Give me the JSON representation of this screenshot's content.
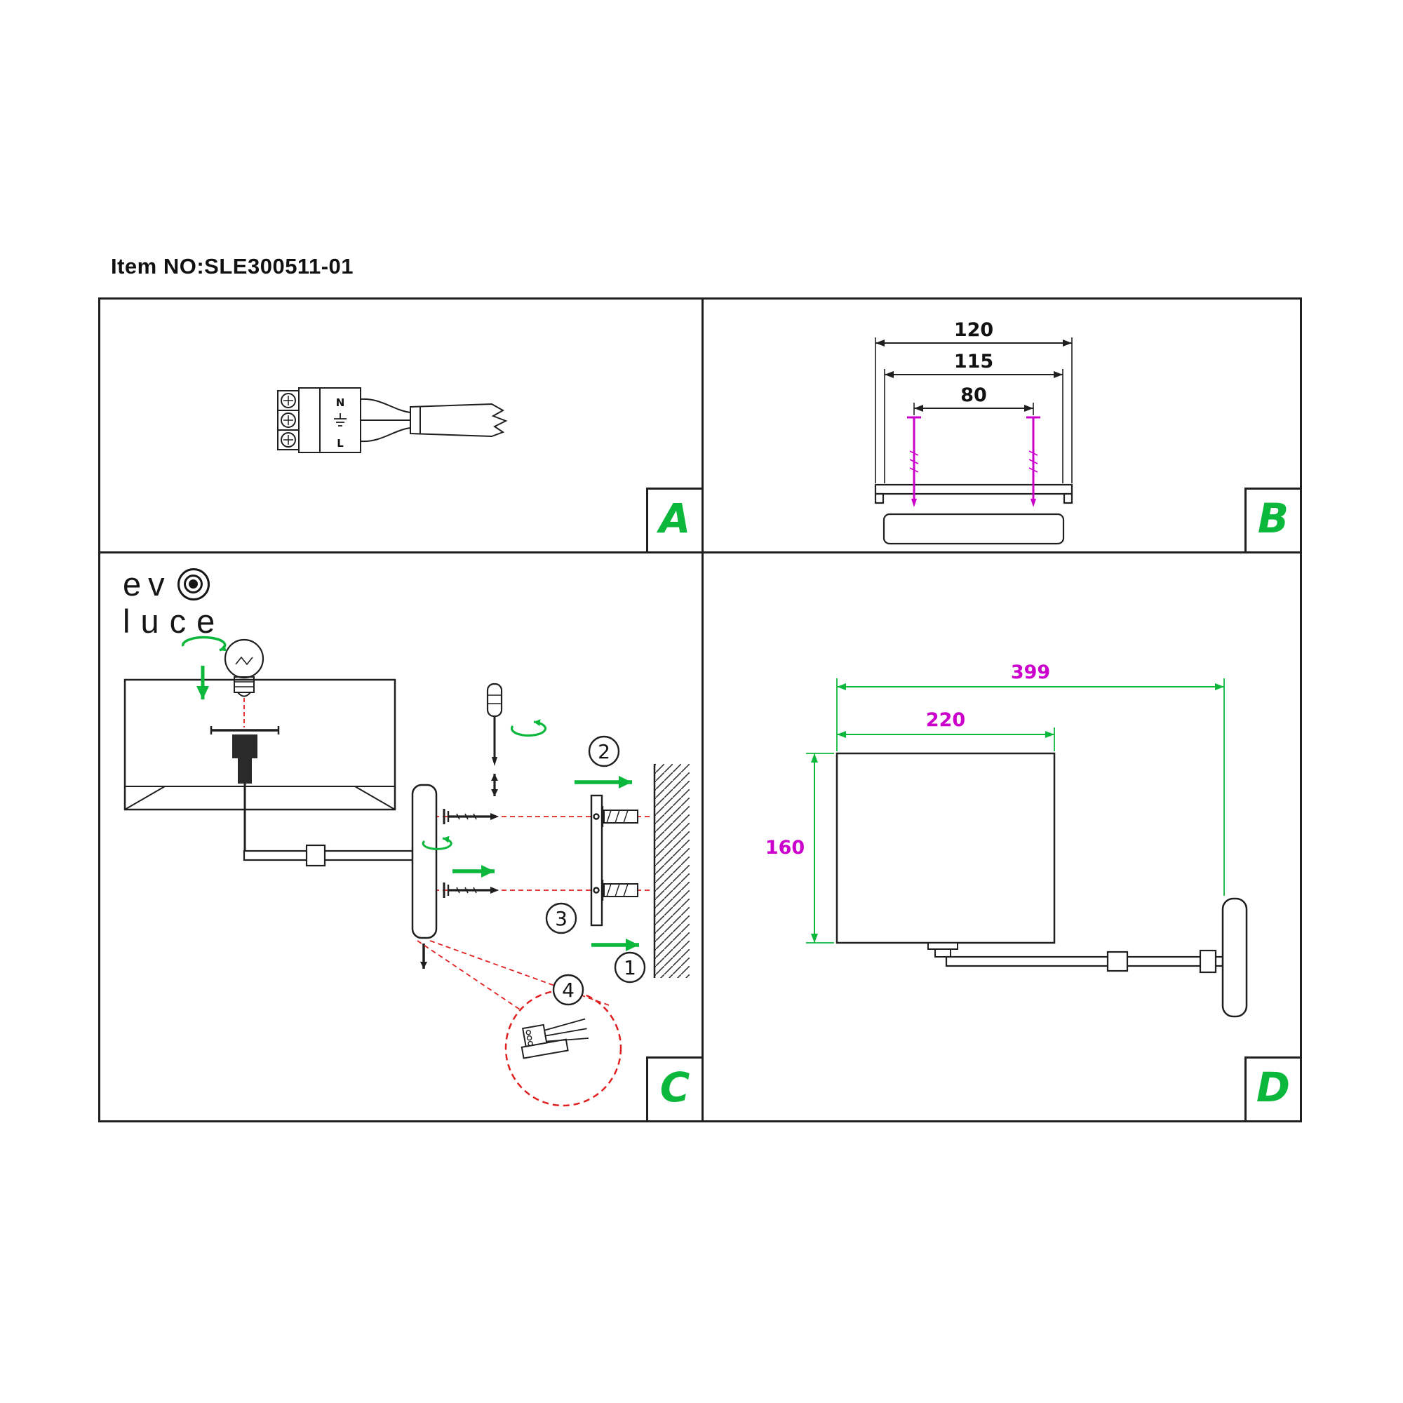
{
  "item_no": "Item NO:SLE300511-01",
  "logo": {
    "line1": "ev",
    "line2": "luce",
    "bullseye_icon": "target-circle"
  },
  "panels": {
    "a": {
      "label": "A",
      "terminal_labels": [
        "N",
        "L"
      ]
    },
    "b": {
      "label": "B",
      "dimensions": {
        "outer": "120",
        "middle": "115",
        "inner": "80"
      }
    },
    "c": {
      "label": "C",
      "steps": [
        "1",
        "2",
        "3",
        "4"
      ]
    },
    "d": {
      "label": "D",
      "dimensions": {
        "overall_depth": "399",
        "shade_width": "220",
        "shade_height": "160"
      }
    }
  },
  "colors": {
    "accent_green": "#0cb83c",
    "dimension_magenta": "#cc00cc",
    "detail_red": "#e02020",
    "line_black": "#1f1f1f"
  }
}
